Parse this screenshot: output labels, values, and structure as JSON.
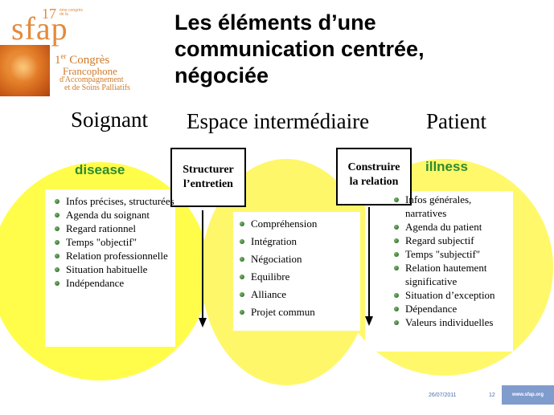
{
  "logo": {
    "number": "17",
    "number_sub": "ème congrès de la",
    "brand": "sfap",
    "congres_line1_ord": "1",
    "congres_line1_sup": "er",
    "congres_line1": " Congrès",
    "congres_line2": "Francophone",
    "congres_line3": "d'Accompagnement",
    "congres_line4": "et de Soins Palliatifs"
  },
  "title": {
    "line1": "Les éléments d’une",
    "line2": "communication centrée,",
    "line3": "négociée"
  },
  "columns": {
    "left_heading": "Soignant",
    "mid_heading": "Espace intermédiaire",
    "right_heading": "Patient"
  },
  "labels": {
    "disease": "disease",
    "illness": "illness"
  },
  "frames": {
    "left_line1": "Structurer",
    "left_line2": "l’entretien",
    "right_line1": "Construire",
    "right_line2": "la relation"
  },
  "lists": {
    "left": [
      "Infos précises, structurées",
      "Agenda du soignant",
      "Regard rationnel",
      "Temps \"objectif\"",
      "Relation professionnelle",
      "Situation habituelle",
      "Indépendance"
    ],
    "mid": [
      "Compréhension",
      "Intégration",
      "Négociation",
      "Equilibre",
      "Alliance",
      "Projet commun"
    ],
    "right": [
      "Infos générales, narratives",
      "Agenda du patient",
      "Regard subjectif",
      "Temps \"subjectif\"",
      "Relation hautement significative",
      "Situation d’exception",
      "Dépendance",
      "Valeurs individuelles"
    ]
  },
  "footer": {
    "date": "26/07/2011",
    "page": "12",
    "site": "www.sfap.org"
  },
  "colors": {
    "yellow": "#fffc55",
    "green_label": "#2e8b2e",
    "logo_orange": "#e38a3c",
    "footer_blue": "#7f9ccd"
  }
}
